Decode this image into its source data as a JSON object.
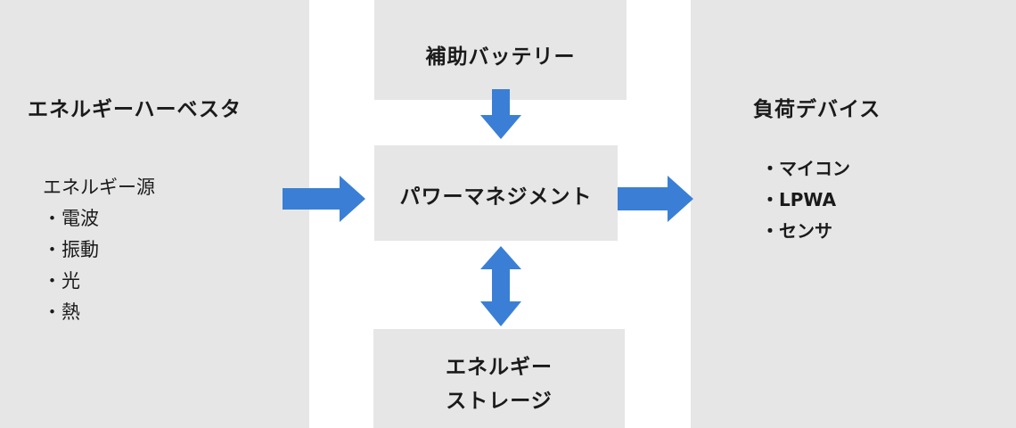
{
  "harvester": {
    "title": "エネルギーハーベスタ",
    "list_header": "エネルギー源",
    "items": [
      "・電波",
      "・振動",
      "・光",
      "・熱"
    ]
  },
  "battery": {
    "title": "補助バッテリー"
  },
  "power_management": {
    "title": "パワーマネジメント"
  },
  "storage": {
    "title_line1": "エネルギー",
    "title_line2": "ストレージ"
  },
  "load": {
    "title": "負荷デバイス",
    "items": [
      "・マイコン",
      "・LPWA",
      "・センサ"
    ]
  },
  "colors": {
    "box_fill": "#e6e6e6",
    "arrow": "#3a7fd5"
  }
}
